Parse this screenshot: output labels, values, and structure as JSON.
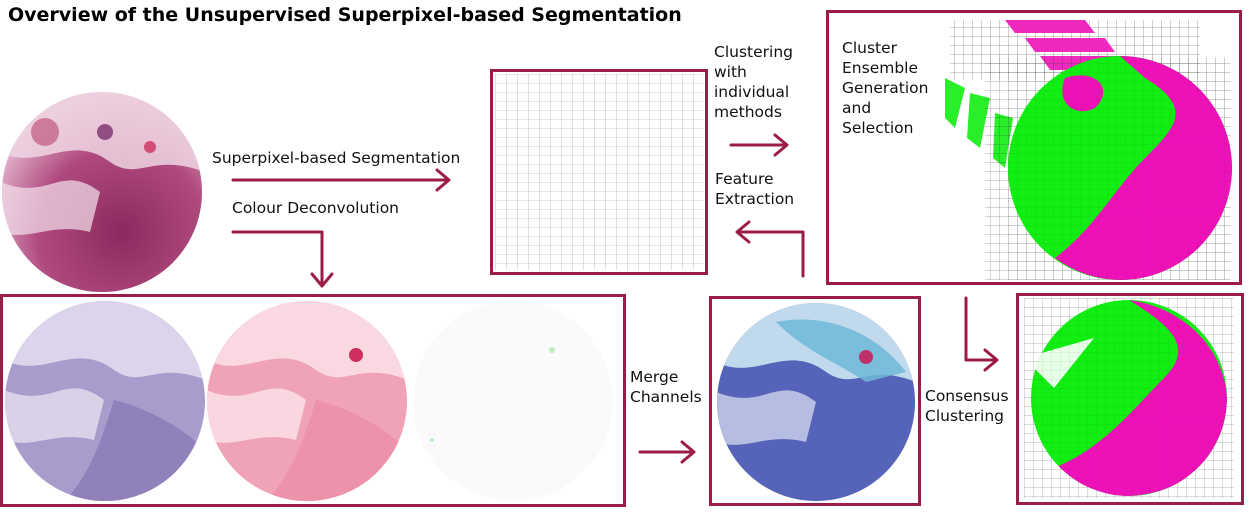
{
  "title": "Overview of the Unsupervised Superpixel-based Segmentation",
  "colors": {
    "frame": "#9b1c46",
    "arrow": "#9b1c46",
    "he_purple": "#7a2f6e",
    "he_pink": "#e6a2bd",
    "hematoxylin": "#8b7bb5",
    "eosin": "#ec8ea8",
    "merged_blue": "#4a57b0",
    "merged_cyan": "#6fb8d8",
    "cluster_green": "#11ee11",
    "cluster_magenta": "#ee11b8"
  },
  "labels": {
    "superpixel_segmentation": "Superpixel-based Segmentation",
    "colour_deconvolution": "Colour Deconvolution",
    "clustering_line1": "Clustering",
    "clustering_line2": "with",
    "clustering_line3": "individual",
    "clustering_line4": "methods",
    "feature_line1": "Feature",
    "feature_line2": "Extraction",
    "ensemble_line1": "Cluster",
    "ensemble_line2": "Ensemble",
    "ensemble_line3": "Generation",
    "ensemble_line4": "and",
    "ensemble_line5": "Selection",
    "merge_line1": "Merge",
    "merge_line2": "Channels",
    "consensus_line1": "Consensus",
    "consensus_line2": "Clustering"
  }
}
